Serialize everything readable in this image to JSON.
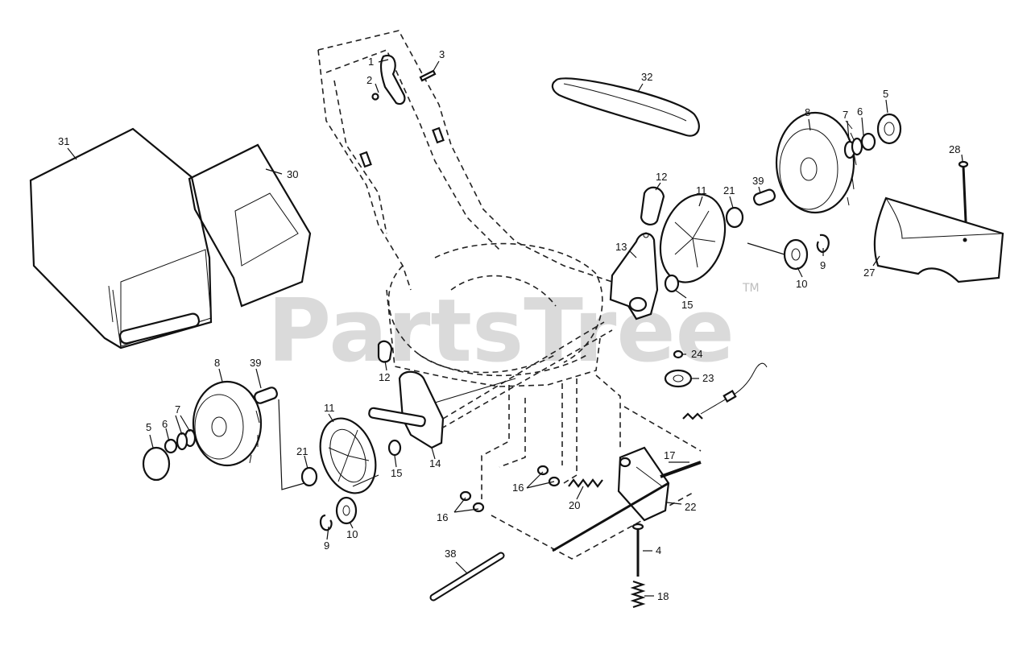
{
  "watermark": {
    "text": "PartsTree",
    "tm": "TM"
  },
  "callouts": [
    {
      "key": "p1",
      "text": "1"
    },
    {
      "key": "p2",
      "text": "2"
    },
    {
      "key": "p3",
      "text": "3"
    },
    {
      "key": "p31",
      "text": "31"
    },
    {
      "key": "p30",
      "text": "30"
    },
    {
      "key": "p32",
      "text": "32"
    },
    {
      "key": "p8a",
      "text": "8"
    },
    {
      "key": "p7a",
      "text": "7"
    },
    {
      "key": "p6a",
      "text": "6"
    },
    {
      "key": "p5a",
      "text": "5"
    },
    {
      "key": "p28",
      "text": "28"
    },
    {
      "key": "p12a",
      "text": "12"
    },
    {
      "key": "p11a",
      "text": "11"
    },
    {
      "key": "p21a",
      "text": "21"
    },
    {
      "key": "p39a",
      "text": "39"
    },
    {
      "key": "p13",
      "text": "13"
    },
    {
      "key": "p9a",
      "text": "9"
    },
    {
      "key": "p10a",
      "text": "10"
    },
    {
      "key": "p27",
      "text": "27"
    },
    {
      "key": "p15a",
      "text": "15"
    },
    {
      "key": "p24",
      "text": "24"
    },
    {
      "key": "p23",
      "text": "23"
    },
    {
      "key": "p12b",
      "text": "12"
    },
    {
      "key": "p8b",
      "text": "8"
    },
    {
      "key": "p39b",
      "text": "39"
    },
    {
      "key": "p11b",
      "text": "11"
    },
    {
      "key": "p7b",
      "text": "7"
    },
    {
      "key": "p5b",
      "text": "5"
    },
    {
      "key": "p6b",
      "text": "6"
    },
    {
      "key": "p14",
      "text": "14"
    },
    {
      "key": "p21b",
      "text": "21"
    },
    {
      "key": "p15b",
      "text": "15"
    },
    {
      "key": "p17",
      "text": "17"
    },
    {
      "key": "p16a",
      "text": "16"
    },
    {
      "key": "p20",
      "text": "20"
    },
    {
      "key": "p22",
      "text": "22"
    },
    {
      "key": "p16b",
      "text": "16"
    },
    {
      "key": "p9b",
      "text": "9"
    },
    {
      "key": "p10b",
      "text": "10"
    },
    {
      "key": "p4",
      "text": "4"
    },
    {
      "key": "p38",
      "text": "38"
    },
    {
      "key": "p18",
      "text": "18"
    }
  ]
}
